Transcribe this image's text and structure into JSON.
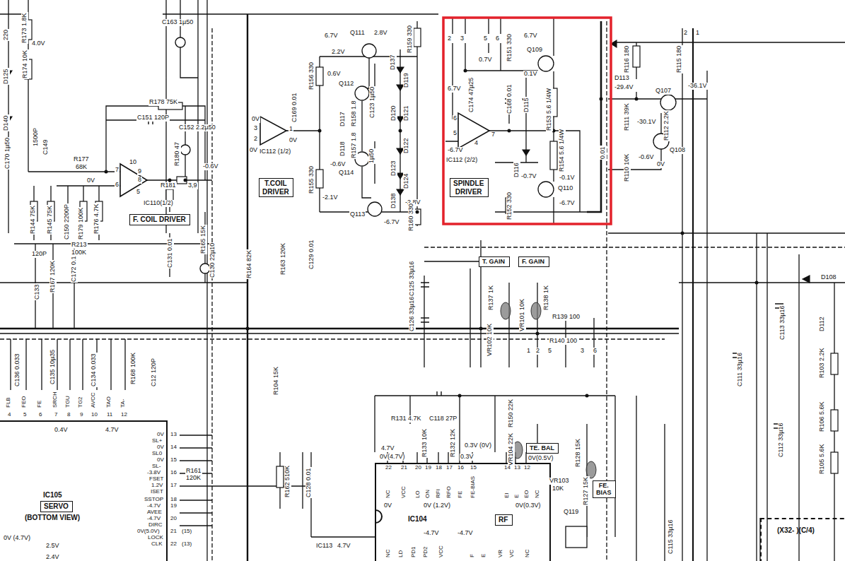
{
  "diagram": {
    "nodes": [
      {
        "text": [
          "F. COIL DRIVER"
        ]
      },
      {
        "text": [
          "T.COIL DRIVER"
        ]
      },
      {
        "text": [
          "SPINDLE DRIVER"
        ]
      },
      {
        "text": [
          "T. GAIN"
        ]
      },
      {
        "text": [
          "F. GAIN"
        ]
      },
      {
        "text": [
          "IC104"
        ]
      },
      {
        "text": [
          "RF"
        ],
        "in": 5
      },
      {
        "text": [
          "TE. BAL"
        ]
      },
      {
        "text": [
          "FE. BIAS"
        ]
      },
      {
        "text": [
          "IC105",
          "(BOTTOM VIEW)"
        ]
      },
      {
        "text": [
          "SERVO"
        ],
        "in": 9
      },
      {
        "text": [
          "(X32- )(C/4)"
        ]
      }
    ],
    "labels": [
      "220",
      "R173 1.8K",
      "4.0V",
      "R174 10K",
      "D125",
      "D140",
      "C170 1µ50",
      "C163 1µ50",
      "1500P",
      "C149",
      "R178 75K",
      "C151 120P",
      "C152 2.2µ50",
      "R177",
      "68K",
      "0V",
      "R180 47",
      "-0.6V",
      "R181",
      "3,9",
      "IC110(1/2)",
      "7",
      "6",
      "10",
      "9",
      "8",
      "5",
      "R144 75K",
      "R145 75K",
      "C150 2200P",
      "R179 100K",
      "R176 4.7K",
      "C131 0.01",
      "R165 15K",
      "C130 22µ10",
      "120P",
      "C133",
      "R167 120K",
      "R213",
      "100K",
      "C172 0.1",
      "R164 82K",
      "R163 120K",
      "C129 0.01",
      "C136 0.033",
      "C135 10µ35",
      "C134 0.033",
      "R168 100K",
      "C12 120P",
      "R104 15K",
      "6.7V",
      "Q111",
      "2.8V",
      "R159 330",
      "2.2V",
      "D137",
      "0.6V",
      "R156 330",
      "Q112",
      "C123 1µ50",
      "D119",
      "D120",
      "D121",
      "D117",
      "R158 1.8",
      "D122",
      "D118",
      "R157 1.8",
      "1µ50",
      "D123",
      "D124",
      "-0.6V",
      "Q114",
      "R155 330",
      "-2.1V",
      "D138",
      "-2.8V",
      "Q113",
      "-6.7V",
      "R160 330",
      "C169 0.01",
      "0V",
      "3",
      "2",
      "1",
      "0V",
      "0V",
      "IC112 (1/2)",
      "2",
      "3",
      "5",
      "6",
      "R151 330",
      "6.7V",
      "Q109",
      "0.7V",
      "0.1V",
      "6.7V",
      "C174 47µ25",
      "C168 0.01",
      "D115",
      "R153 5.6 1/4W",
      "6",
      "5",
      "7",
      "4",
      "-6.7V",
      "IC112 (2/2)",
      "D116",
      "R154 5.6 1/4W",
      "-0.7V",
      "-0.1V",
      "Q110",
      "R152 330",
      "-6.7V",
      "2",
      "1",
      "R116 180",
      "R115 180",
      "D113",
      "-29.4V",
      "Q107",
      "-36.1V",
      "R111 39K",
      "-30.1V",
      "R112 2.2K",
      "0.01",
      "R110 10K",
      "-0.6V",
      "Q108",
      "0V",
      "D108",
      "C113 33µ16",
      "D112",
      "C111 33µ16",
      "R103 2.2K",
      "C112 33µ16",
      "R106 5.6K",
      "R105 5.6K",
      "C115 33µ16",
      "R137 1K",
      "R138 1K",
      "VR101 10K",
      "VR102 10K",
      "R139 100",
      "R140 100",
      "C125 33µ16",
      "C126 33µ16",
      "1",
      "2",
      "5",
      "3",
      "6",
      "R131 4.7K",
      "C118 27P",
      "R150 22K",
      "VR104 22K",
      "R128 15K",
      "VR103",
      "10K",
      "R127 15K",
      "Q119",
      "4.7V",
      "0V(4.7V)",
      "R133 10K",
      "R132 12K",
      "0.3V (0V)",
      "0.3V",
      "0V(0.5V)",
      "22",
      "21",
      "20",
      "19",
      "18",
      "17",
      "16",
      "15",
      "14",
      "13",
      "12",
      "NC",
      "VCC",
      "LO",
      "ON",
      "RFI",
      "RFO",
      "FE",
      "FE-BIAS",
      "EI",
      "E",
      "EO",
      "NC",
      "0V",
      "0V (1.2V)",
      "0V(0.3V)",
      "-4.7V",
      "-4.7V",
      "NC",
      "LD",
      "PD1",
      "PD2",
      "VCC",
      "F",
      "E",
      "VR",
      "VC",
      "NC",
      "IC113",
      "4.7V",
      "FLB",
      "FEO",
      "FE",
      "SRCH",
      "TGU",
      "TG2",
      "AVCC",
      "TAO",
      "TA-",
      "4",
      "5",
      "6",
      "7",
      "8",
      "9",
      "10",
      "11",
      "12",
      "0.4V",
      "4.7V",
      "0V",
      "SL+",
      "0V",
      "SL0",
      "0V",
      "SL-",
      "-3.8V",
      "FSET",
      "1.2V",
      "ISET",
      "SSTOP",
      "-4.7V",
      "AVEE",
      "-4.7V",
      "DIRC",
      "0V(5.0V)",
      "LOCK",
      "CLK",
      "13",
      "14",
      "15",
      "16",
      "17",
      "18",
      "19",
      "20",
      "21",
      "22",
      "(15)",
      "(13)",
      "R161",
      "120K",
      "R162 510K",
      "C128 0.01",
      "0V (4.7V)",
      "2.5V",
      "2.4V"
    ]
  }
}
